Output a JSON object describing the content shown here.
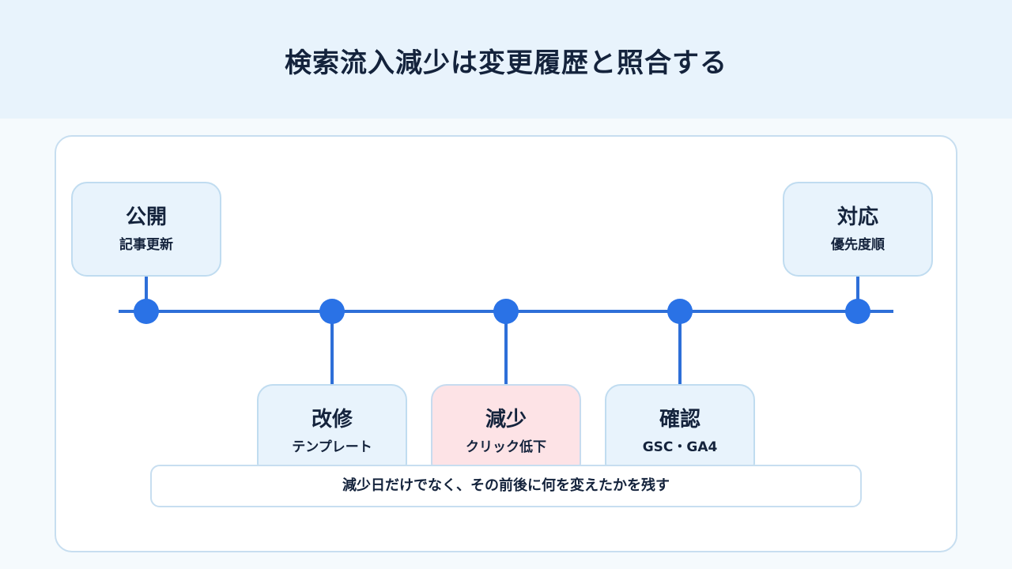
{
  "title": "検索流入減少は変更履歴と照合する",
  "steps": [
    {
      "main": "公開",
      "sub": "記事更新",
      "placement": "above"
    },
    {
      "main": "改修",
      "sub": "テンプレート",
      "placement": "below"
    },
    {
      "main": "減少",
      "sub": "クリック低下",
      "placement": "below",
      "highlight": true
    },
    {
      "main": "確認",
      "sub": "GSC・GA4",
      "placement": "below"
    },
    {
      "main": "対応",
      "sub": "優先度順",
      "placement": "above"
    }
  ],
  "note": "減少日だけでなく、その前後に何を変えたかを残す",
  "colors": {
    "header_bg": "#e8f3fc",
    "line": "#2e6fd8",
    "dot": "#2a72e6",
    "card_bg": "#e8f3fc",
    "highlight_bg": "#fde3e6"
  }
}
